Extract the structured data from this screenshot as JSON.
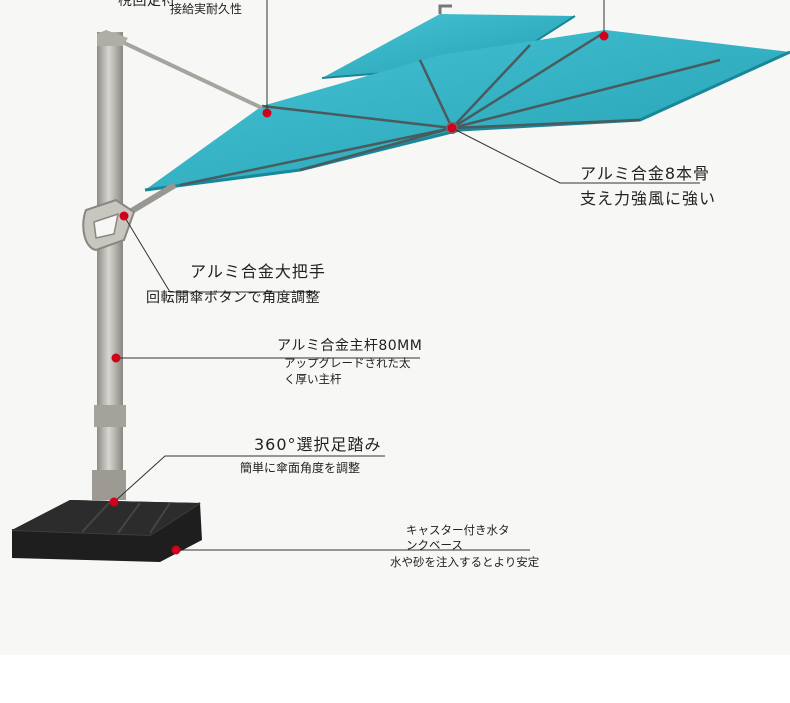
{
  "labels": {
    "top_left_cut": "梲回定符",
    "top_left_sub": "接給実耐久性",
    "ribs_title": "アルミ合金8本骨",
    "ribs_sub": "支え力強風に強い",
    "handle_title": "アルミ合金大把手",
    "handle_sub": "回転開傘ボタンで角度調整",
    "pole_title": "アルミ合金主杆80MM",
    "pole_sub_1": "アップグレードされた太",
    "pole_sub_2": "く厚い主杆",
    "pedal_title": "360°選択足踏み",
    "pedal_sub": "簡単に傘面角度を調整",
    "base_title_1": "キャスター付き水タ",
    "base_title_2": "ンクベース",
    "base_sub": "水や砂を注入するとより安定"
  },
  "colors": {
    "canopy": "#2fb4c7",
    "canopy_dark": "#1f8fa1",
    "pole": "#b9b6b0",
    "base": "#1e1e1e",
    "marker": "#d0021b",
    "background": "#f7f7f5"
  }
}
